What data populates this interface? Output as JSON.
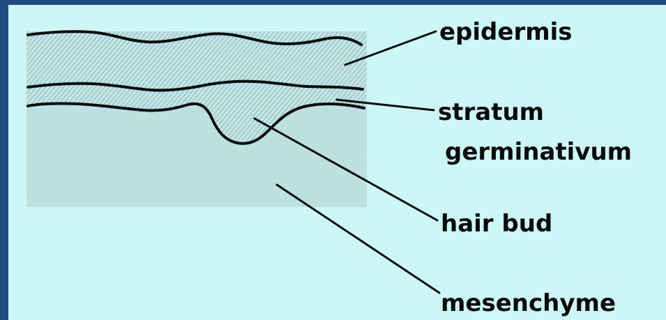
{
  "colors": {
    "border": "#1f4b82",
    "background": "#cdf7f7",
    "tissue_fill": "#bfe3e3",
    "hatch": "#7aa3a3",
    "ink": "#0a0a0a"
  },
  "labels": {
    "epidermis": "epidermis",
    "stratum_line1": "stratum",
    "stratum_line2": "germinativum",
    "hair_bud": "hair bud",
    "mesenchyme": "mesenchyme"
  }
}
